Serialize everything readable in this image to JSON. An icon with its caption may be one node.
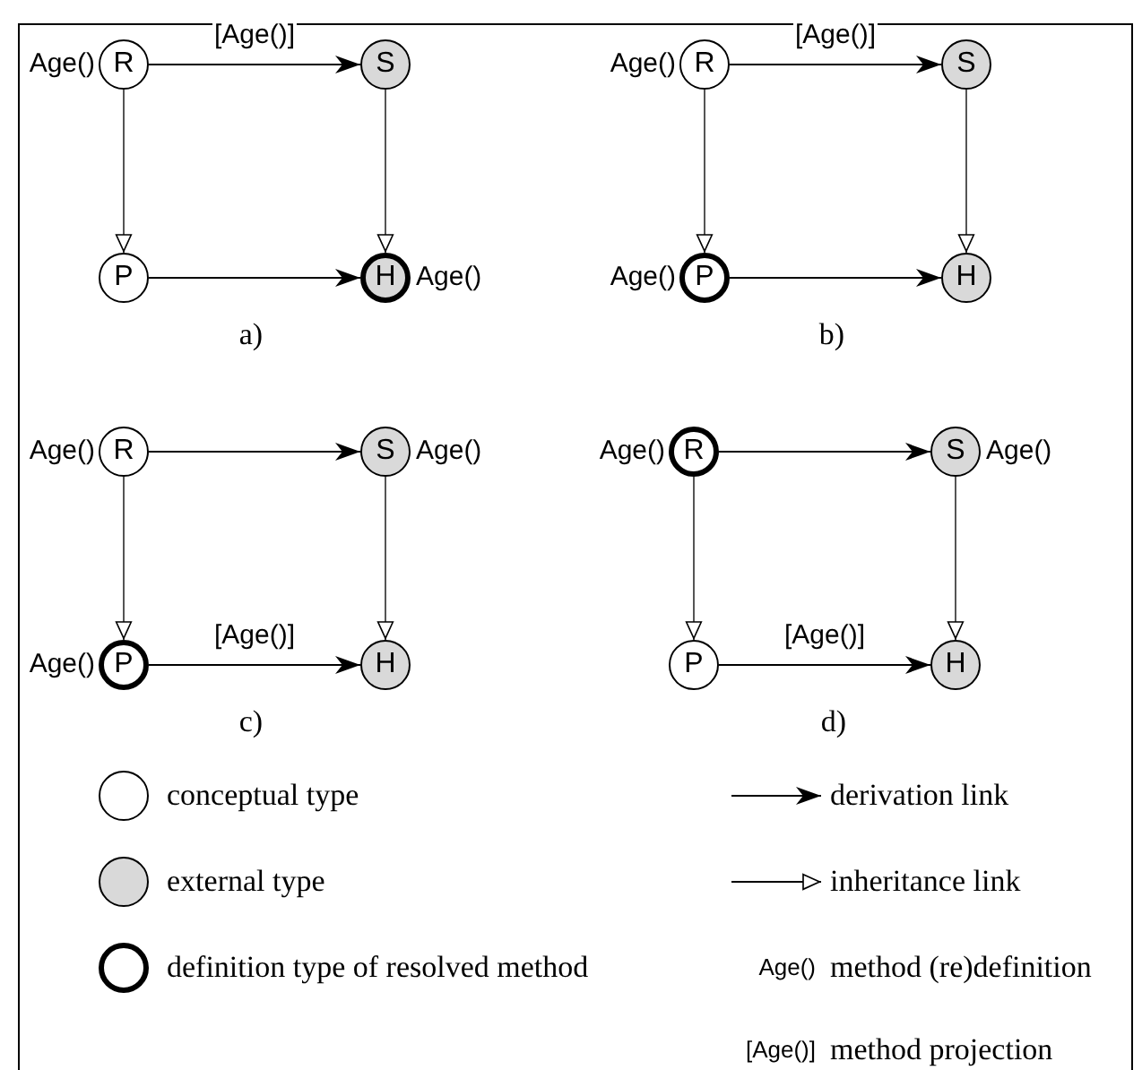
{
  "diagram": {
    "nodes": [
      {
        "text": [
          "R"
        ],
        "beside": [
          "Age()"
        ]
      },
      {
        "text": [
          "S"
        ]
      },
      {
        "text": [
          "P"
        ]
      },
      {
        "text": [
          "H"
        ],
        "beside": [
          "Age()"
        ]
      },
      {
        "text": [
          "R"
        ],
        "beside": [
          "Age()"
        ]
      },
      {
        "text": [
          "S"
        ]
      },
      {
        "text": [
          "P"
        ],
        "beside": [
          "Age()"
        ]
      },
      {
        "text": [
          "H"
        ]
      },
      {
        "text": [
          "R"
        ],
        "beside": [
          "Age()"
        ]
      },
      {
        "text": [
          "S"
        ],
        "beside": [
          "Age()"
        ]
      },
      {
        "text": [
          "P"
        ],
        "beside": [
          "Age()"
        ]
      },
      {
        "text": [
          "H"
        ]
      },
      {
        "text": [
          "R"
        ],
        "beside": [
          "Age()"
        ]
      },
      {
        "text": [
          "S"
        ],
        "beside": [
          "Age()"
        ]
      },
      {
        "text": [
          "P"
        ]
      },
      {
        "text": [
          "H"
        ]
      }
    ],
    "edges": [
      {
        "from": 0,
        "to": 1,
        "arrow": "to",
        "label": "[Age()]"
      },
      {
        "from": 0,
        "to": 2,
        "arrow": "to",
        "color": "#555555"
      },
      {
        "from": 1,
        "to": 3,
        "arrow": "to",
        "color": "#555555"
      },
      {
        "from": 2,
        "to": 3,
        "arrow": "to"
      },
      {
        "from": 4,
        "to": 5,
        "arrow": "to",
        "label": "[Age()]"
      },
      {
        "from": 4,
        "to": 6,
        "arrow": "to",
        "color": "#555555"
      },
      {
        "from": 5,
        "to": 7,
        "arrow": "to",
        "color": "#555555"
      },
      {
        "from": 6,
        "to": 7,
        "arrow": "to"
      },
      {
        "from": 8,
        "to": 9,
        "arrow": "to"
      },
      {
        "from": 8,
        "to": 10,
        "arrow": "to",
        "color": "#555555"
      },
      {
        "from": 9,
        "to": 11,
        "arrow": "to",
        "color": "#555555"
      },
      {
        "from": 10,
        "to": 11,
        "arrow": "to",
        "label": "[Age()]"
      },
      {
        "from": 12,
        "to": 13,
        "arrow": "to"
      },
      {
        "from": 12,
        "to": 14,
        "arrow": "to",
        "color": "#555555"
      },
      {
        "from": 13,
        "to": 15,
        "arrow": "to",
        "color": "#555555"
      },
      {
        "from": 14,
        "to": 15,
        "arrow": "to",
        "label": "[Age()]"
      }
    ],
    "labels": [
      "a)",
      "b)",
      "c)",
      "d)",
      "Age()",
      "[Age()]"
    ],
    "legend": [
      {
        "text": "conceptual type",
        "color": "#ffffff"
      },
      {
        "text": "external type",
        "color": "#d9d9d9"
      },
      {
        "text": "definition type of resolved method"
      },
      {
        "text": "derivation link"
      },
      {
        "text": "inheritance link"
      },
      {
        "text": "method (re)definition"
      },
      {
        "text": "method projection"
      }
    ]
  }
}
